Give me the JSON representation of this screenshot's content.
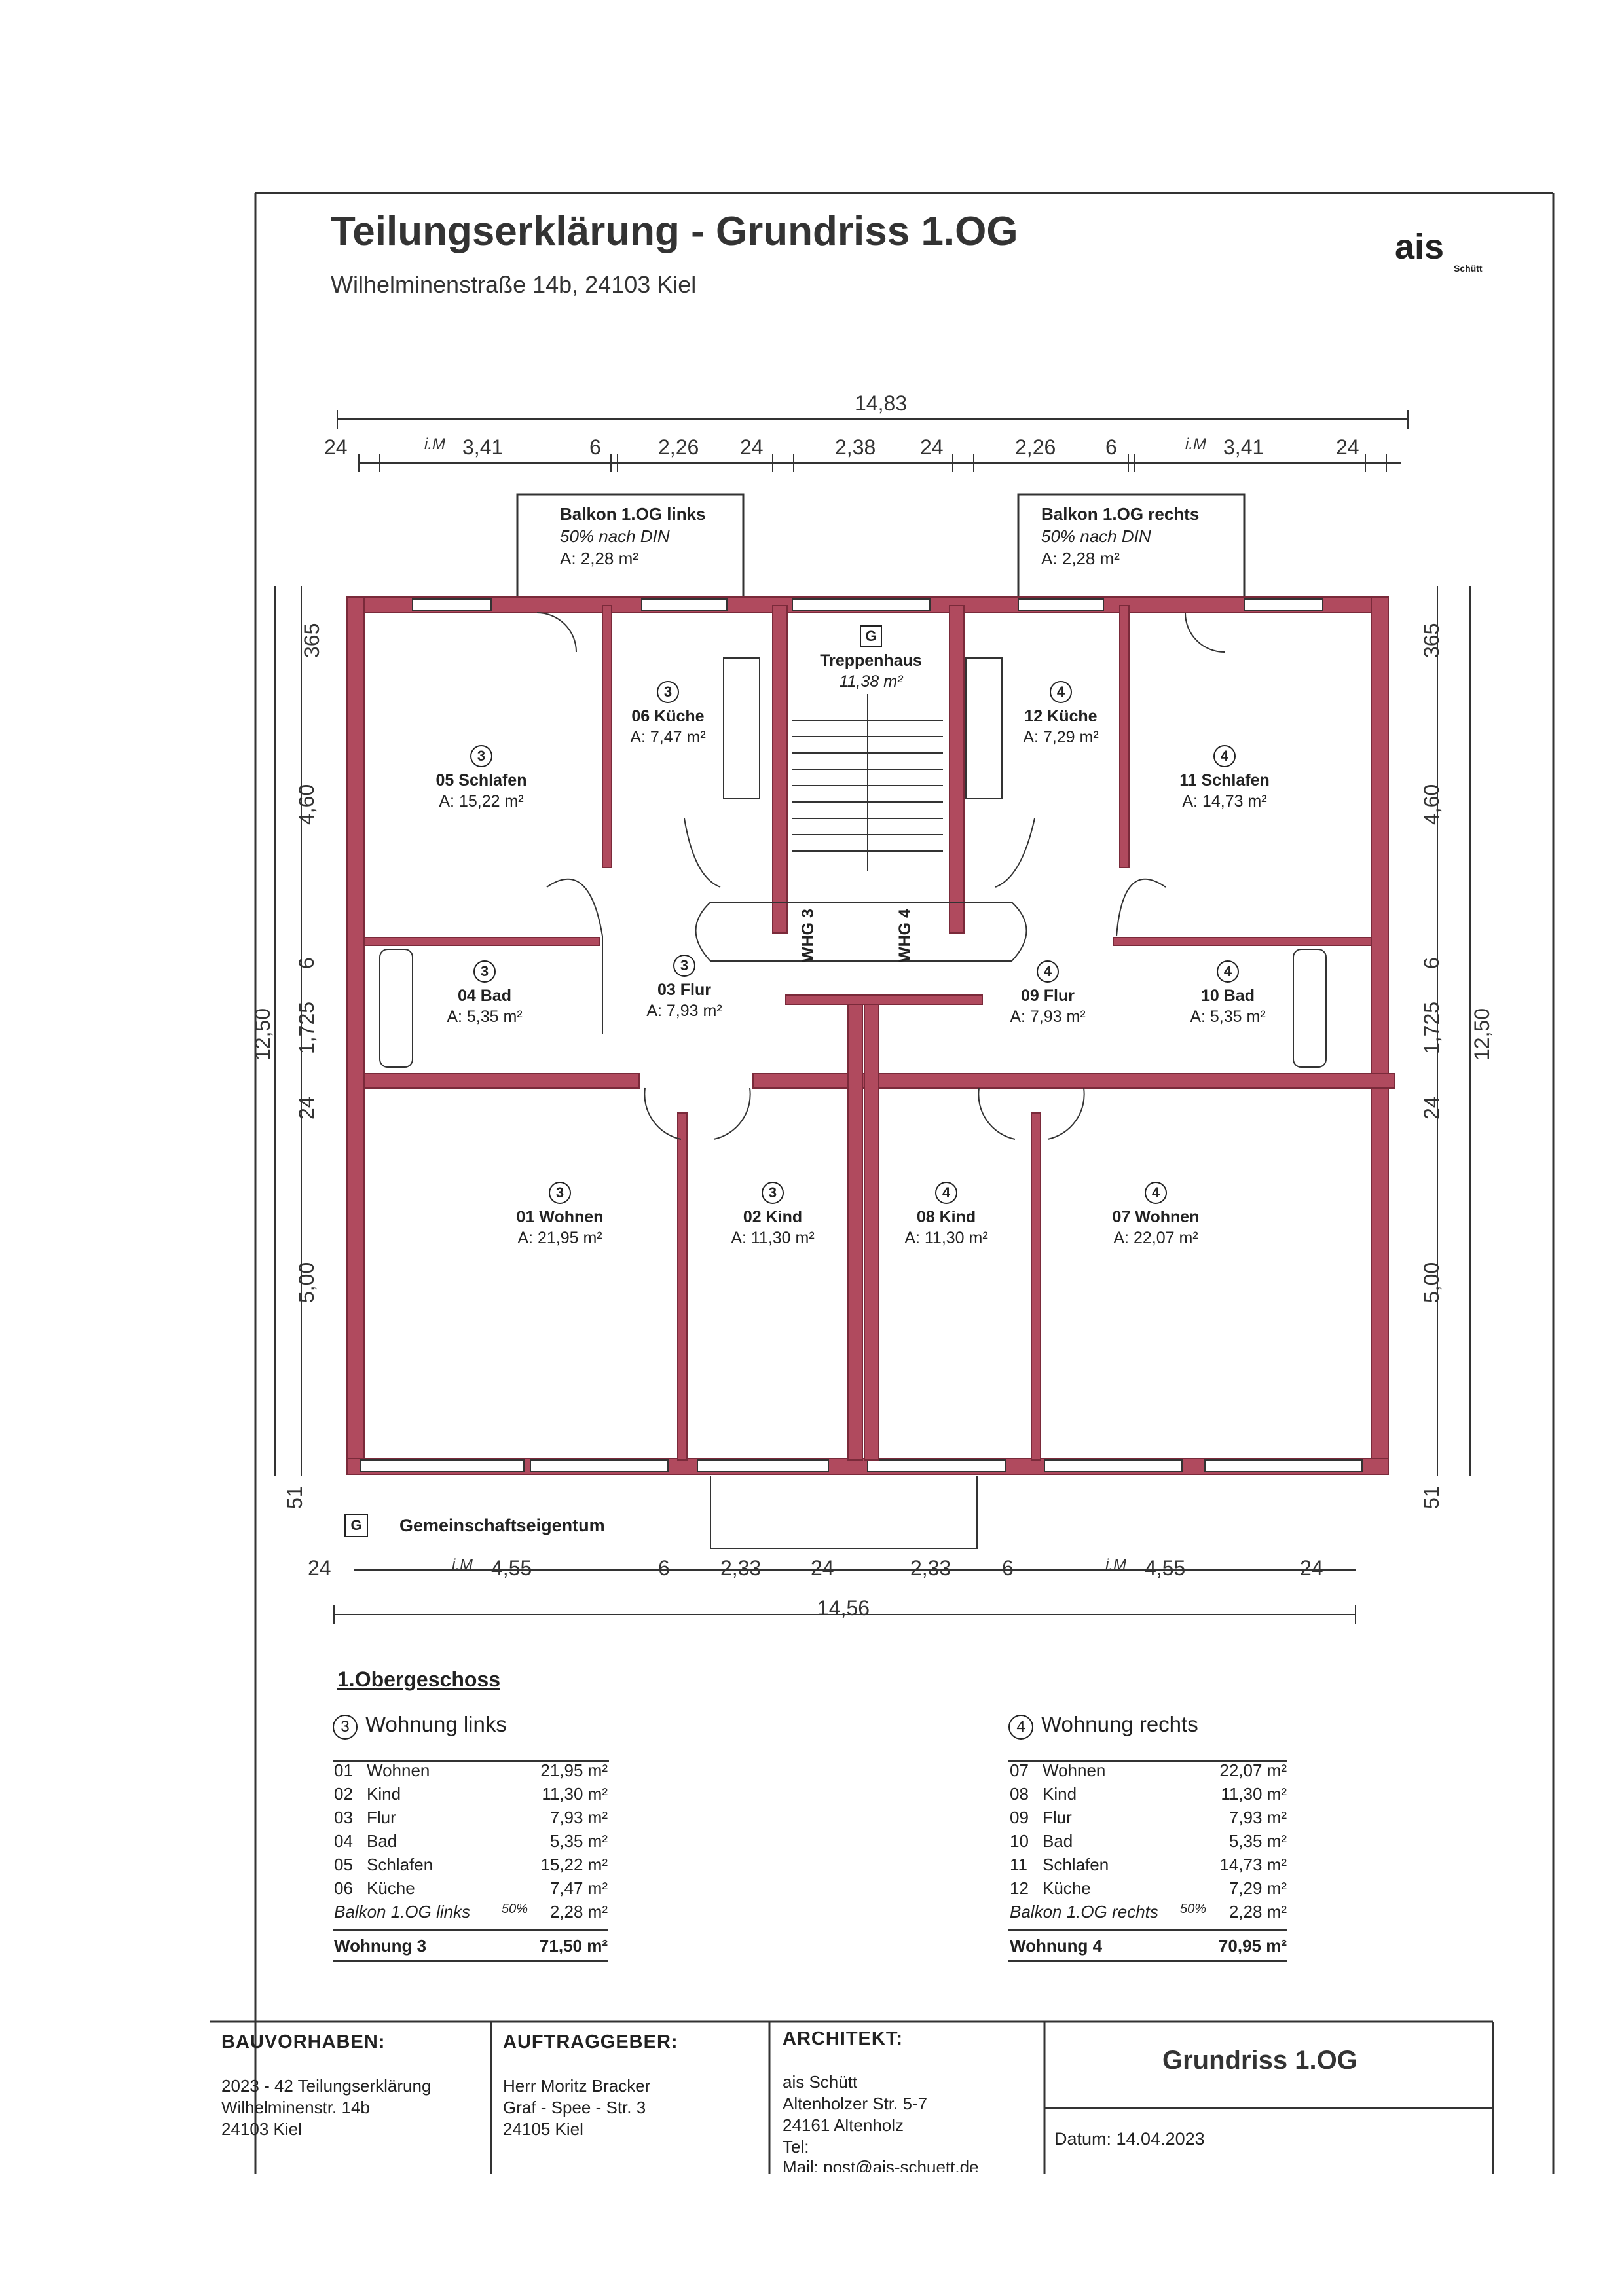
{
  "header": {
    "title": "Teilungserklärung - Grundriss 1.OG",
    "address": "Wilhelminenstraße 14b, 24103 Kiel",
    "logo_text": "ais",
    "logo_sub": "Schütt"
  },
  "dimensions_top": {
    "overall": "14,83",
    "d1": "24",
    "d2_prefix": "i.M",
    "d2": "3,41",
    "d3": "6",
    "d4": "2,26",
    "d5": "24",
    "d6": "2,38",
    "d7": "24",
    "d8": "2,26",
    "d9": "6",
    "d10_prefix": "i.M",
    "d10": "3,41",
    "d11": "24"
  },
  "dimensions_bottom": {
    "overall": "14,56",
    "d1": "24",
    "d2_prefix": "i.M",
    "d2": "4,55",
    "d3": "6",
    "d4": "2,33",
    "d5": "24",
    "d6": "2,33",
    "d7": "6",
    "d8_prefix": "i.M",
    "d8": "4,55",
    "d9": "24"
  },
  "dimensions_left": {
    "overall": "12,50",
    "d1": "365",
    "d2": "4,60",
    "d3": "6",
    "d4": "1,725",
    "d5": "24",
    "d6": "5,00",
    "d7": "51"
  },
  "dimensions_right": {
    "overall": "12,50",
    "d1": "365",
    "d2": "4,60",
    "d3": "6",
    "d4": "1,725",
    "d5": "24",
    "d6": "5,00",
    "d7": "51"
  },
  "balconies": [
    {
      "name": "Balkon 1.OG links",
      "note": "50% nach DIN",
      "area": "A: 2,28 m²"
    },
    {
      "name": "Balkon 1.OG rechts",
      "note": "50% nach DIN",
      "area": "A: 2,28 m²"
    }
  ],
  "rooms": [
    {
      "unit": "G",
      "name": "Treppenhaus",
      "area": "11,38 m²"
    },
    {
      "unit": "3",
      "name": "06 Küche",
      "area": "A: 7,47 m²"
    },
    {
      "unit": "4",
      "name": "12 Küche",
      "area": "A: 7,29 m²"
    },
    {
      "unit": "3",
      "name": "05 Schlafen",
      "area": "A: 15,22 m²"
    },
    {
      "unit": "4",
      "name": "11 Schlafen",
      "area": "A: 14,73 m²"
    },
    {
      "unit": "3",
      "name": "04 Bad",
      "area": "A: 5,35 m²"
    },
    {
      "unit": "3",
      "name": "03 Flur",
      "area": "A: 7,93 m²"
    },
    {
      "unit": "4",
      "name": "09 Flur",
      "area": "A: 7,93 m²"
    },
    {
      "unit": "4",
      "name": "10 Bad",
      "area": "A: 5,35 m²"
    },
    {
      "unit": "3",
      "name": "01 Wohnen",
      "area": "A: 21,95 m²"
    },
    {
      "unit": "3",
      "name": "02 Kind",
      "area": "A: 11,30 m²"
    },
    {
      "unit": "4",
      "name": "08 Kind",
      "area": "A: 11,30 m²"
    },
    {
      "unit": "4",
      "name": "07 Wohnen",
      "area": "A: 22,07 m²"
    }
  ],
  "stair_labels": {
    "left": "WHG 3",
    "right": "WHG 4"
  },
  "legend": {
    "symbol": "G",
    "text": "Gemeinschaftseigentum"
  },
  "floor_section": {
    "title": "1.Obergeschoss",
    "left": {
      "unit": "3",
      "heading": "Wohnung links",
      "rows": [
        {
          "no": "01",
          "name": "Wohnen",
          "area": "21,95 m²"
        },
        {
          "no": "02",
          "name": "Kind",
          "area": "11,30 m²"
        },
        {
          "no": "03",
          "name": "Flur",
          "area": "7,93 m²"
        },
        {
          "no": "04",
          "name": "Bad",
          "area": "5,35 m²"
        },
        {
          "no": "05",
          "name": "Schlafen",
          "area": "15,22 m²"
        },
        {
          "no": "06",
          "name": "Küche",
          "area": "7,47 m²"
        }
      ],
      "balcony": {
        "label": "Balkon 1.OG links",
        "pct": "50%",
        "area": "2,28 m²"
      },
      "total": {
        "label": "Wohnung 3",
        "area": "71,50 m²"
      }
    },
    "right": {
      "unit": "4",
      "heading": "Wohnung rechts",
      "rows": [
        {
          "no": "07",
          "name": "Wohnen",
          "area": "22,07 m²"
        },
        {
          "no": "08",
          "name": "Kind",
          "area": "11,30 m²"
        },
        {
          "no": "09",
          "name": "Flur",
          "area": "7,93 m²"
        },
        {
          "no": "10",
          "name": "Bad",
          "area": "5,35 m²"
        },
        {
          "no": "11",
          "name": "Schlafen",
          "area": "14,73 m²"
        },
        {
          "no": "12",
          "name": "Küche",
          "area": "7,29 m²"
        }
      ],
      "balcony": {
        "label": "Balkon 1.OG rechts",
        "pct": "50%",
        "area": "2,28 m²"
      },
      "total": {
        "label": "Wohnung 4",
        "area": "70,95 m²"
      }
    }
  },
  "footer": {
    "bauvorhaben_label": "BAUVORHABEN:",
    "bauvorhaben_l1": "2023 - 42 Teilungserklärung",
    "bauvorhaben_l2": "Wilhelminenstr. 14b",
    "bauvorhaben_l3": "24103 Kiel",
    "auftraggeber_label": "AUFTRAGGEBER:",
    "auftraggeber_l1": "Herr Moritz Bracker",
    "auftraggeber_l2": "Graf - Spee - Str. 3",
    "auftraggeber_l3": "24105 Kiel",
    "architekt_label": "ARCHITEKT:",
    "architekt_l1": "ais Schütt",
    "architekt_l2": "Altenholzer Str. 5-7",
    "architekt_l3": "24161 Altenholz",
    "architekt_l4": "Tel:",
    "architekt_l5": "Mail: post@ais-schuett.de",
    "plan_title": "Grundriss 1.OG",
    "date": "Datum: 14.04.2023"
  },
  "colors": {
    "wall": "#a8394e",
    "wall_fill": "#b04a5e",
    "line": "#333333"
  }
}
